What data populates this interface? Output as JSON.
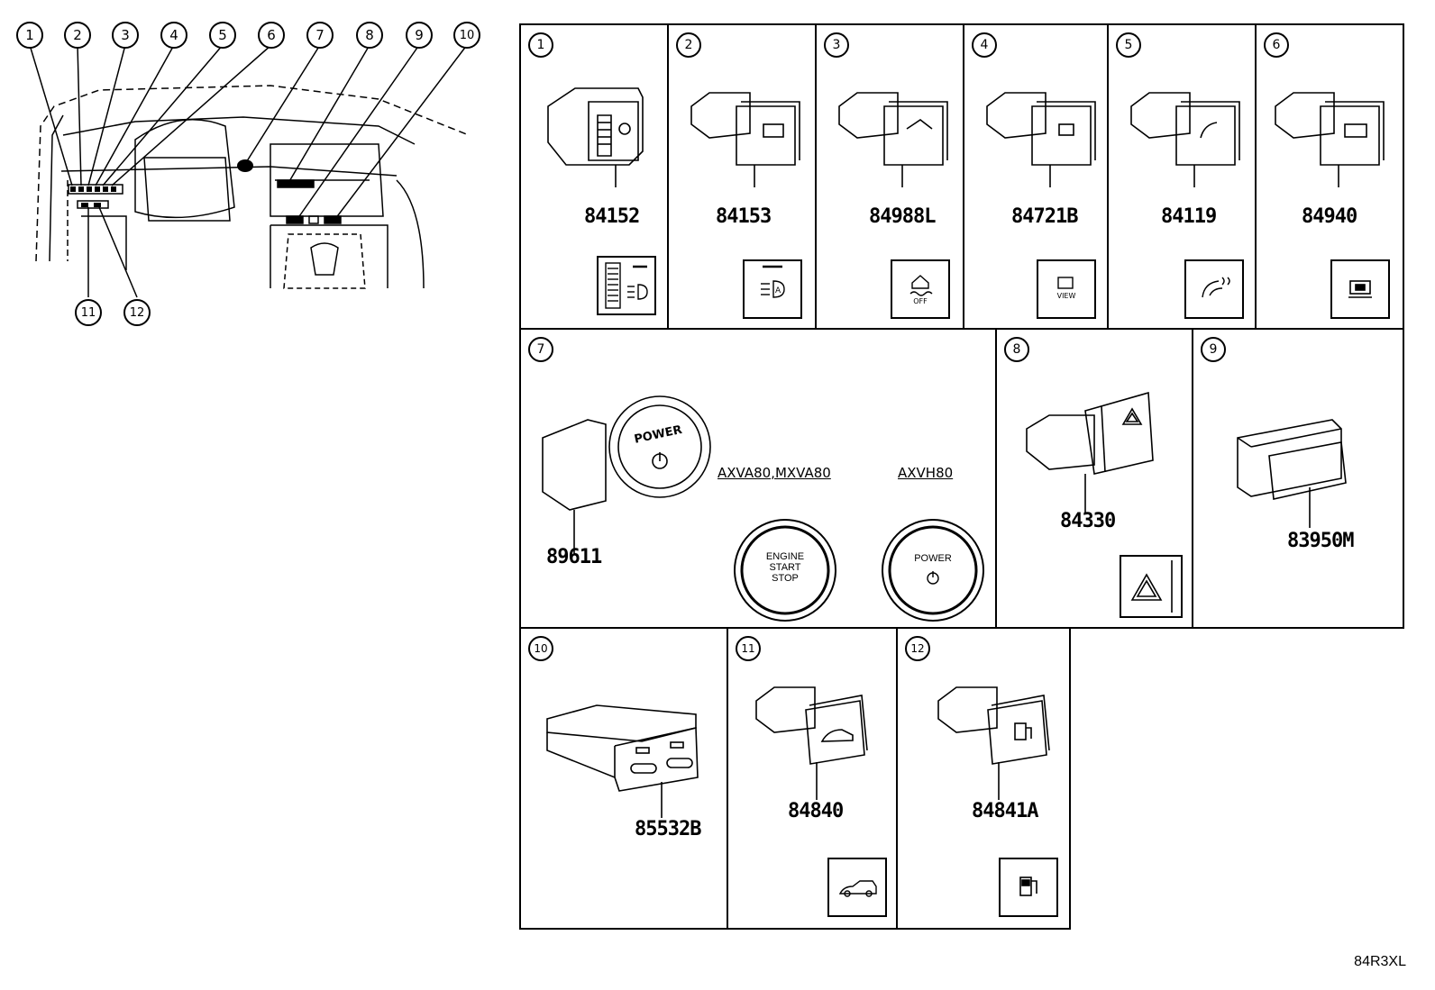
{
  "overview": {
    "callouts_top": [
      "1",
      "2",
      "3",
      "4",
      "5",
      "6",
      "7",
      "8",
      "9",
      "10"
    ],
    "callouts_bottom": [
      "11",
      "12"
    ]
  },
  "panels": [
    {
      "num": "1",
      "part": "84152",
      "icon": "headlamp-leveling-dial-icon"
    },
    {
      "num": "2",
      "part": "84153",
      "icon": "auto-high-beam-icon"
    },
    {
      "num": "3",
      "part": "84988L",
      "icon": "traction-control-off-icon"
    },
    {
      "num": "4",
      "part": "84721B",
      "icon": "view-icon"
    },
    {
      "num": "5",
      "part": "84119",
      "icon": "heated-steering-wheel-icon"
    },
    {
      "num": "6",
      "part": "84940",
      "icon": "display-screen-icon"
    },
    {
      "num": "7",
      "part": "89611",
      "icon": "power-button-icon"
    },
    {
      "num": "8",
      "part": "84330",
      "icon": "hazard-warning-icon"
    },
    {
      "num": "9",
      "part": "83950M",
      "icon": "module-icon"
    },
    {
      "num": "10",
      "part": "85532B",
      "icon": "usb-c-port-icon"
    },
    {
      "num": "11",
      "part": "84840",
      "icon": "trunk-open-icon"
    },
    {
      "num": "12",
      "part": "84841A",
      "icon": "fuel-door-icon"
    }
  ],
  "variants": [
    {
      "model": "AXVA80,MXVA80",
      "button_lines": [
        "ENGINE",
        "START",
        "STOP"
      ]
    },
    {
      "model": "AXVH80",
      "button_lines": [
        "POWER"
      ]
    }
  ],
  "button_text": {
    "power": "POWER"
  },
  "switch_small_text": {
    "off": "OFF",
    "view": "VIEW"
  },
  "diagram_code": "84R3XL"
}
